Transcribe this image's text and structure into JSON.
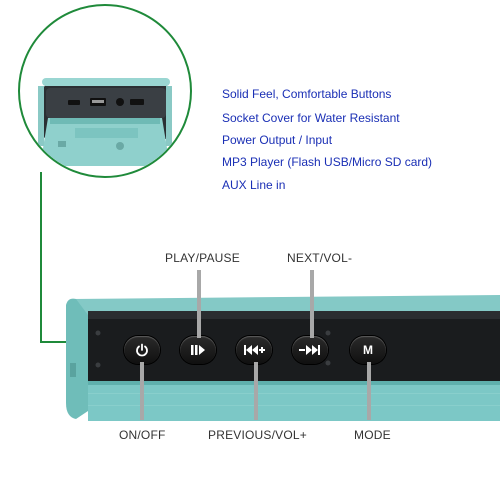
{
  "features": [
    "Solid Feel, Comfortable Buttons",
    "Socket Cover for Water Resistant",
    "Power Output / Input",
    "MP3 Player (Flash USB/Micro SD card)",
    "AUX Line in"
  ],
  "callouts": {
    "play_pause": "PLAY/PAUSE",
    "next_vol": "NEXT/VOL-",
    "on_off": "ON/OFF",
    "previous_vol": "PREVIOUS/VOL+",
    "mode": "MODE"
  },
  "buttons": {
    "mode_glyph": "M"
  },
  "colors": {
    "feature_text": "#1a2fb5",
    "speaker_body": "#7cc8c6",
    "inset_border": "#1f8a3a"
  }
}
